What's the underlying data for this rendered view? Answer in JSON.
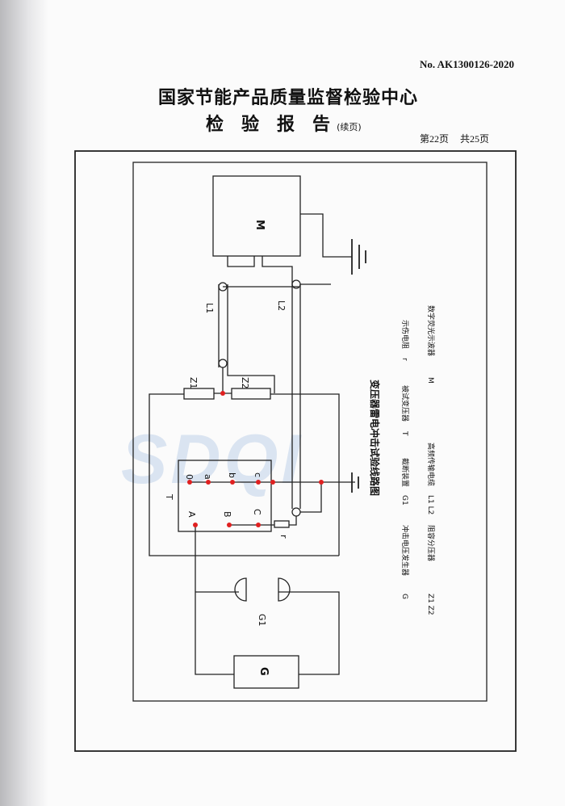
{
  "header": {
    "doc_number": "No. AK1300126-2020",
    "org_name": "国家节能产品质量监督检验中心",
    "report_title_chars": [
      "检",
      "验",
      "报",
      "告"
    ],
    "continued": "(续页)",
    "page_current": "第22页",
    "page_total": "共25页"
  },
  "diagram": {
    "title": "变压器雷电冲击试验线路图",
    "labels": {
      "M": "M",
      "L1": "L1",
      "L2": "L2",
      "Z1": "Z1",
      "Z2": "Z2",
      "T": "T",
      "o": "0",
      "a": "a",
      "b": "b",
      "c": "c",
      "A": "A",
      "B": "B",
      "C": "C",
      "r": "r",
      "G1": "G1",
      "G": "G"
    },
    "legend": [
      {
        "symbol": "G",
        "text": "冲击电压发生器"
      },
      {
        "symbol": "G1",
        "text": "截断装置"
      },
      {
        "symbol": "T",
        "text": "被试变压器"
      },
      {
        "symbol": "r",
        "text": "示伤电阻"
      },
      {
        "symbol": "Z1 Z2",
        "text": "阻容分压器"
      },
      {
        "symbol": "L1 L2",
        "text": "高频传输电缆"
      },
      {
        "symbol": "M",
        "text": "数字荧光示波器"
      }
    ],
    "colors": {
      "line": "#222222",
      "node": "#e02020",
      "watermark": "#9cb8dc"
    }
  },
  "watermark": "SDQI"
}
